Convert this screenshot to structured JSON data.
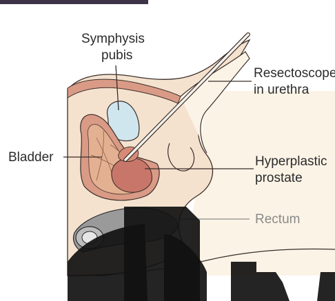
{
  "labels": {
    "symphysis_line1": "Symphysis",
    "symphysis_line2": "pubis",
    "resectoscope_line1": "Resectoscope",
    "resectoscope_line2": "in urethra",
    "bladder": "Bladder",
    "hyperplastic_line1": "Hyperplastic",
    "hyperplastic_line2": "prostate",
    "rectum": "Rectum"
  },
  "colors": {
    "tissue": "#f1dcc8",
    "skin": "#fbf3e6",
    "muscle": "#d99a86",
    "bladder": "#e3b191",
    "prostate": "#c9766a",
    "bone": "#cfe6ee",
    "rectum": "#8e8e8e",
    "line": "#3a2d28",
    "watermark": "#111111"
  }
}
